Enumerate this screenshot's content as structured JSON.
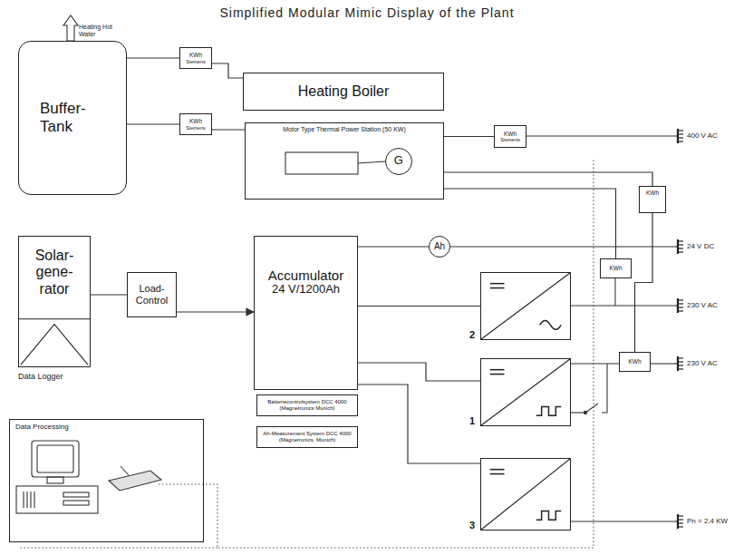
{
  "diagram": {
    "title": "Simplified Modular Mimic Display of the Plant",
    "nodes": [
      {
        "text": [
          "Buffer- Tank"
        ]
      },
      {
        "text": [
          "KWh",
          "Siemens"
        ]
      },
      {
        "text": [
          "Heating Boiler"
        ]
      },
      {
        "text": [
          "KWh",
          "Siemens"
        ]
      },
      {
        "text": [
          "Motor Type Thermal Power Station (50 KW)"
        ]
      },
      {
        "text": [
          "G"
        ],
        "in": 4
      },
      {
        "text": [
          "KWh",
          "Siemens"
        ]
      },
      {
        "text": [
          "KWh"
        ]
      },
      {
        "text": [
          "Solar- gene- rator"
        ]
      },
      {
        "text": [
          "Load- Control"
        ]
      },
      {
        "text": [
          "Accumulator",
          "24 V/1200Ah"
        ]
      },
      {
        "text": [
          "Ah"
        ]
      },
      {
        "text": [
          "KWh"
        ]
      },
      {
        "text": [
          "2"
        ]
      },
      {
        "text": [
          "1"
        ]
      },
      {
        "text": [
          "KWh"
        ]
      },
      {
        "text": [
          "Batteriecontrolsystem DCC 4000 (Magnetronics Munich)"
        ]
      },
      {
        "text": [
          "Ah-Measurement System DCC 4000 (Magnetronics, Munich)"
        ]
      },
      {
        "text": [
          "3"
        ]
      },
      {
        "text": [
          "Data Processing"
        ]
      }
    ],
    "edges": [
      {
        "from": 0,
        "to": 1,
        "arrow": "none"
      },
      {
        "from": 1,
        "to": 2,
        "arrow": "none"
      },
      {
        "from": 0,
        "to": 3,
        "arrow": "none"
      },
      {
        "from": 3,
        "to": 4,
        "arrow": "none"
      },
      {
        "from": 4,
        "to": 6,
        "arrow": "none"
      },
      {
        "from": 4,
        "to": 7,
        "arrow": "none"
      },
      {
        "from": 4,
        "to": 12,
        "arrow": "none"
      },
      {
        "from": 8,
        "to": 9,
        "arrow": "none"
      },
      {
        "from": 9,
        "to": 10,
        "arrow": "to"
      },
      {
        "from": 10,
        "to": 11,
        "arrow": "none"
      },
      {
        "from": 10,
        "to": 13,
        "arrow": "none"
      },
      {
        "from": 10,
        "to": 14,
        "arrow": "none"
      },
      {
        "from": 10,
        "to": 18,
        "arrow": "none"
      },
      {
        "from": 14,
        "to": 15,
        "arrow": "none"
      },
      {
        "from": 7,
        "to": 15,
        "arrow": "none"
      }
    ],
    "labels": [
      "Heating Hot Water",
      "400 V AC",
      "24 V DC",
      "230 V AC",
      "230 V AC",
      "Pn = 2,4 KW",
      "Data Logger"
    ]
  }
}
